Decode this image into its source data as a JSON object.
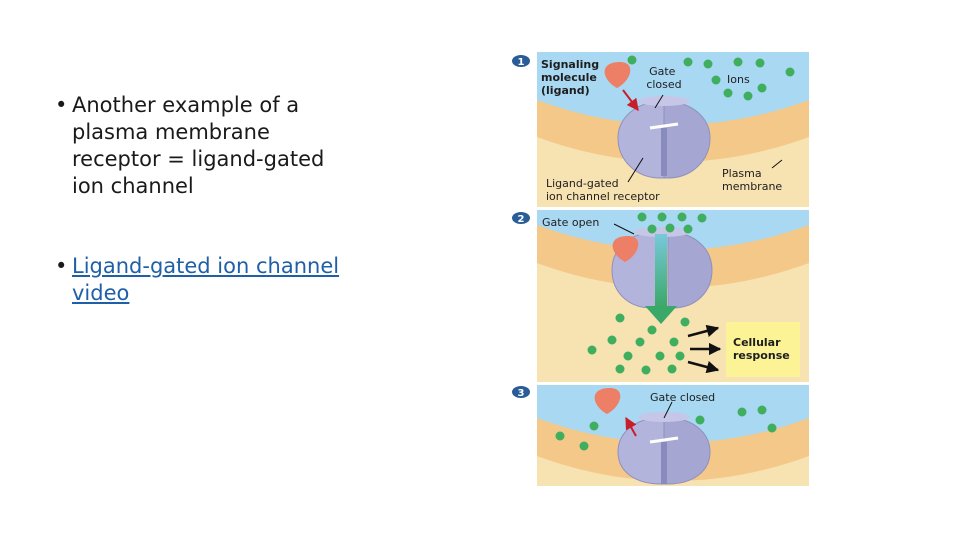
{
  "slide": {
    "bullet_1": "Another example of a plasma membrane receptor = ligand-gated ion channel",
    "bullet_2_link": "Ligand-gated ion channel video"
  },
  "figure": {
    "panel_1": {
      "number": "1",
      "signaling_molecule": [
        "Signaling",
        "molecule",
        "(ligand)"
      ],
      "gate": [
        "Gate",
        "closed"
      ],
      "ions": "Ions",
      "receptor": [
        "Ligand-gated",
        "ion channel receptor"
      ],
      "membrane": [
        "Plasma",
        "membrane"
      ]
    },
    "panel_2": {
      "number": "2",
      "gate": "Gate open",
      "response": [
        "Cellular",
        "response"
      ]
    },
    "panel_3": {
      "number": "3",
      "gate": "Gate closed"
    },
    "colors": {
      "extracellular": "#a9d8f2",
      "membrane": "#f4c888",
      "intracellular": "#f7e2b2",
      "ion": "#3fae5f",
      "ligand": "#ec7f66",
      "receptor": "#b3b4dc",
      "response_box": "#fbf396",
      "flow_arrow": "#49b88a"
    }
  }
}
